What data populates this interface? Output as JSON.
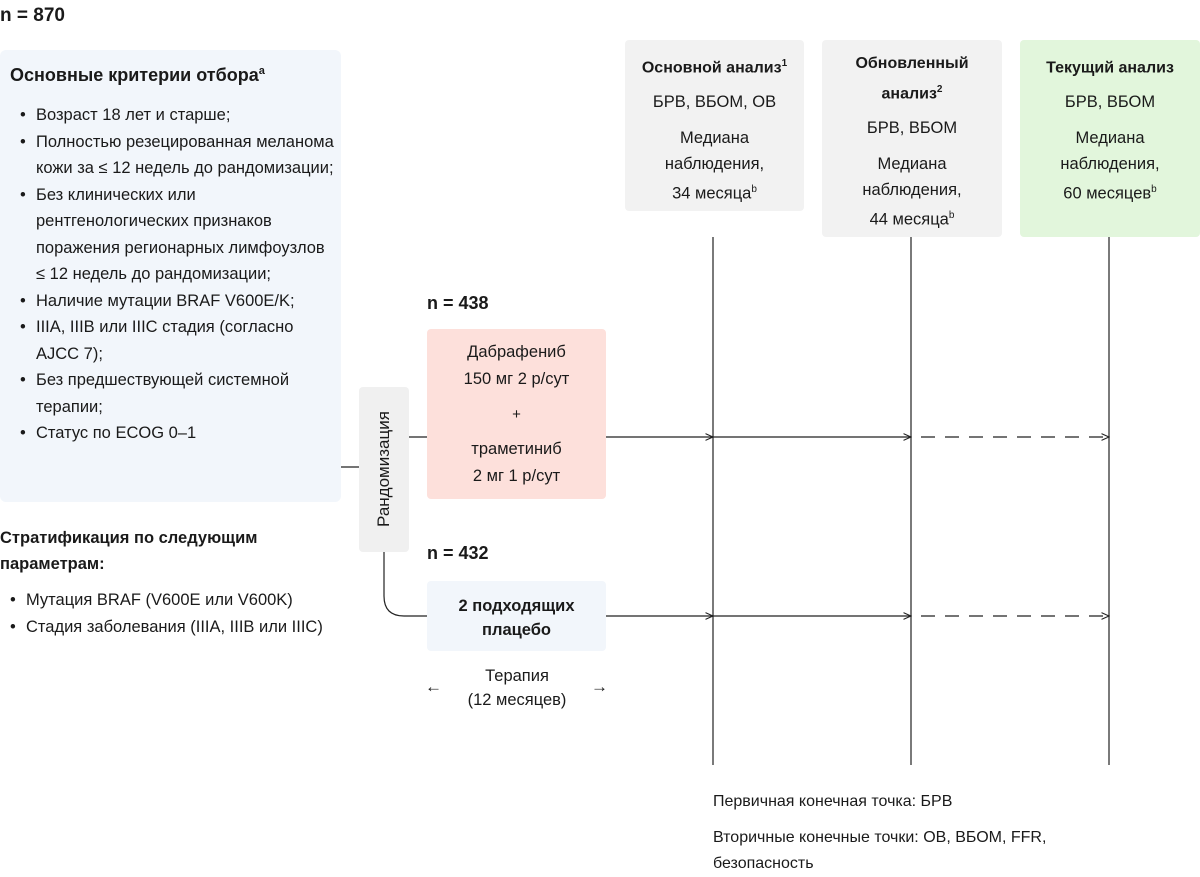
{
  "n_total": "n = 870",
  "criteria": {
    "title": "Основные критерии отбора",
    "title_sup": "a",
    "items": [
      "Возраст 18 лет и старше;",
      "Полностью резецированная меланома кожи за ≤ 12 недель до рандомизации;",
      "Без клинических или рентгенологических признаков поражения регионарных лимфоузлов ≤ 12 недель до рандомизации;",
      "Наличие мутации BRAF V600E/K;",
      "IIIA, IIIB или IIIC стадия (согласно AJCC 7);",
      "Без предшествующей системной терапии;",
      "Статус по ECOG 0–1"
    ]
  },
  "stratification": {
    "title": "Стратификация по следующим параметрам:",
    "items": [
      "Мутация BRAF (V600E или V600K)",
      "Стадия заболевания (IIIA, IIIB или IIIC)"
    ]
  },
  "randomization_label": "Рандомизация",
  "arm1": {
    "n": "n = 438",
    "drug1": "Дабрафениб",
    "dose1": "150 мг 2 р/сут",
    "plus": "+",
    "drug2": "траметиниб",
    "dose2": "2 мг 1 р/сут"
  },
  "arm2": {
    "n": "n = 432",
    "label": "2 подходящих плацебо"
  },
  "therapy": {
    "label": "Терапия",
    "duration": "(12 месяцев)",
    "left_arrow": "←",
    "right_arrow": "→"
  },
  "analyses": [
    {
      "title": "Основной анализ",
      "title_sup": "1",
      "endpoints": "БРВ, ВБОМ, ОВ",
      "median": "Медиана наблюдения,",
      "months": "34 месяца",
      "months_sup": "b"
    },
    {
      "title": "Обновленный анализ",
      "title_sup": "2",
      "endpoints": "БРВ, ВБОМ",
      "median": "Медиана наблюдения,",
      "months": "44 месяца",
      "months_sup": "b"
    },
    {
      "title": "Текущий анализ",
      "title_sup": "",
      "endpoints": "БРВ, ВБОМ",
      "median": "Медиана наблюдения,",
      "months": "60 месяцев",
      "months_sup": "b"
    }
  ],
  "endpoints": {
    "primary": "Первичная конечная точка: БРВ",
    "secondary": "Вторичные конечные точки: ОВ, ВБОМ, FFR, безопасность"
  },
  "colors": {
    "criteria_bg": "#f2f6fb",
    "arm1_bg": "#fde0db",
    "arm2_bg": "#f2f6fb",
    "analysis_bg": "#f2f2f2",
    "current_analysis_bg": "#e2f6dc",
    "randomization_bg": "#f0f0f0"
  }
}
